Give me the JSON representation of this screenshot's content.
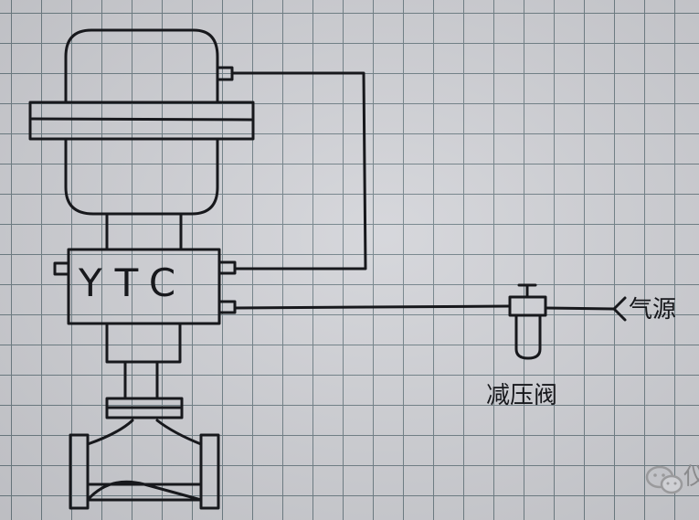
{
  "diagram": {
    "positioner_label": "YTC",
    "air_source_label": "气源",
    "regulator_label": "减压阀"
  },
  "watermark": {
    "text": "仪"
  }
}
